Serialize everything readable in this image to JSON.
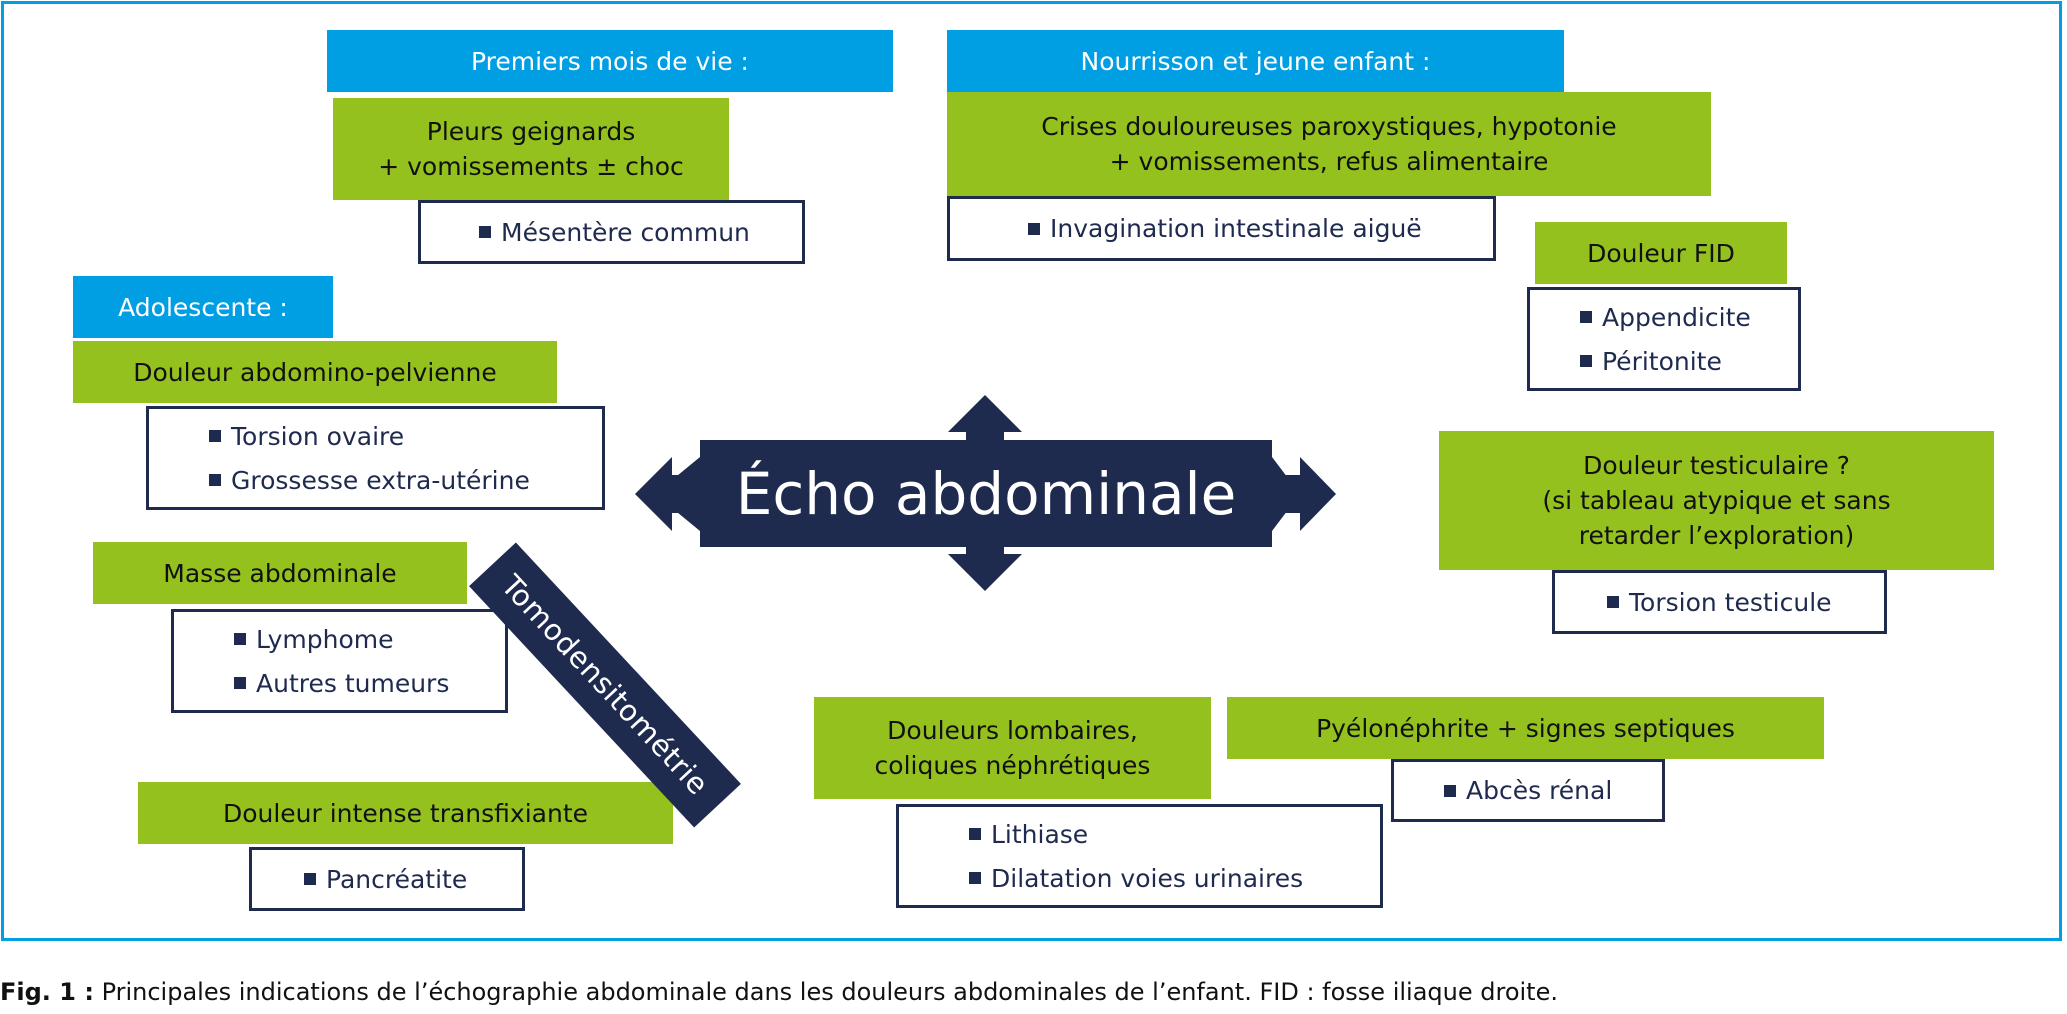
{
  "colors": {
    "frame": "#009fe3",
    "header": "#009fe3",
    "condition": "#95c11f",
    "navy": "#1f2a4f"
  },
  "center": {
    "label": "Écho abdominale"
  },
  "diagonal": {
    "label": "Tomodensitométrie"
  },
  "headers": {
    "premiers_mois": "Premiers mois de vie :",
    "nourrisson": "Nourrisson et jeune enfant :",
    "adolescente": "Adolescente :"
  },
  "conditions": {
    "pleurs": "Pleurs geignards\n+ vomissements ± choc",
    "crises": "Crises douloureuses paroxystiques, hypotonie\n+ vomissements, refus alimentaire",
    "fid": "Douleur FID",
    "abdomino": "Douleur abdomino-pelvienne",
    "testiculaire": "Douleur testiculaire ?\n(si tableau atypique et sans\nretarder l’exploration)",
    "masse": "Masse abdominale",
    "lombaires": "Douleurs lombaires,\ncoliques néphrétiques",
    "pyelo": "Pyélonéphrite + signes septiques",
    "transfixiante": "Douleur intense transfixiante"
  },
  "diagnoses": {
    "mesentere": [
      "Mésentère commun"
    ],
    "invagination": [
      "Invagination intestinale aiguë"
    ],
    "fid": [
      "Appendicite",
      "Péritonite"
    ],
    "abdomino": [
      "Torsion ovaire",
      "Grossesse extra-utérine"
    ],
    "testicule": [
      "Torsion testicule"
    ],
    "masse": [
      "Lymphome",
      "Autres tumeurs"
    ],
    "abces": [
      "Abcès rénal"
    ],
    "lombaires": [
      "Lithiase",
      "Dilatation voies urinaires"
    ],
    "pancreatite": [
      "Pancréatite"
    ]
  },
  "caption": {
    "label": "Fig. 1 :",
    "text": " Principales indications de l’échographie abdominale dans les douleurs abdominales de l’enfant. FID : fosse iliaque droite."
  }
}
